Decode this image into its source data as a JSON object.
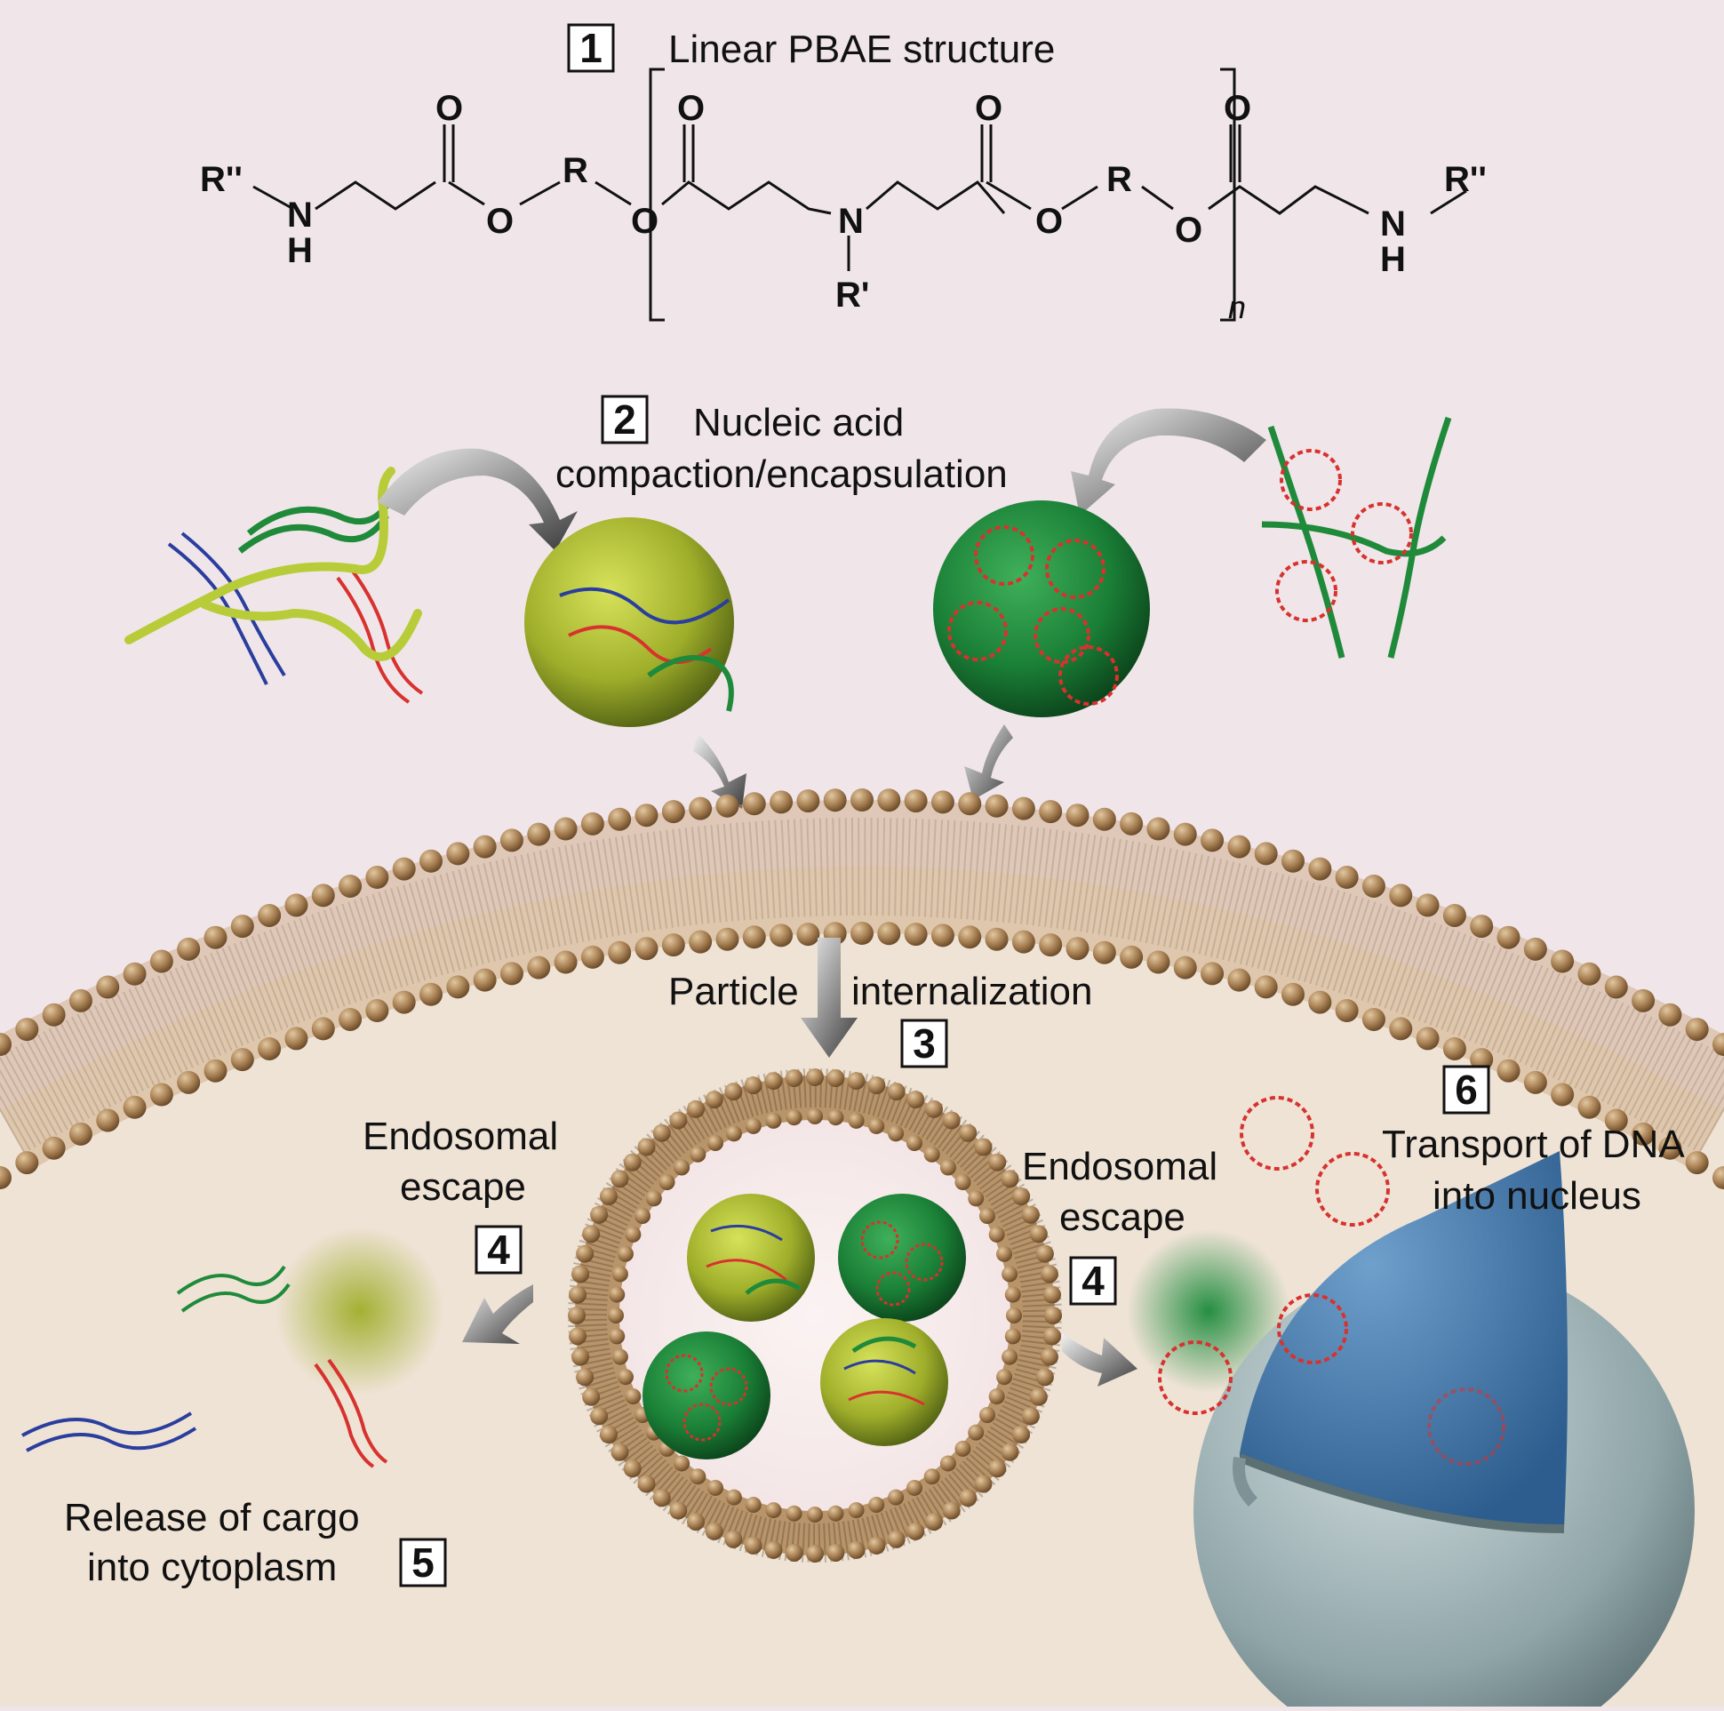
{
  "steps": {
    "s1": {
      "number": "1",
      "label": "Linear PBAE structure"
    },
    "s2": {
      "number": "2",
      "label_line1": "Nucleic acid",
      "label_line2": "compaction/encapsulation"
    },
    "s3": {
      "number": "3",
      "label_left": "Particle",
      "label_right": "internalization"
    },
    "s4_left": {
      "number": "4",
      "label_line1": "Endosomal",
      "label_line2": "escape"
    },
    "s4_right": {
      "number": "4",
      "label_line1": "Endosomal",
      "label_line2": "escape"
    },
    "s5": {
      "number": "5",
      "label_line1": "Release of cargo",
      "label_line2": "into cytoplasm"
    },
    "s6": {
      "number": "6",
      "label_line1": "Transport of DNA",
      "label_line2": "into nucleus"
    }
  },
  "structure": {
    "r_double_prime": "R''",
    "r": "R",
    "r_prime": "R'",
    "n_atom": "N",
    "h_atom": "H",
    "o_atom": "O",
    "repeat_subscript": "n"
  },
  "colors": {
    "top_background": "#f0e6ea",
    "cytoplasm": "#efe3d6",
    "lipid_head": "#a67e52",
    "polymer_yellow": "#b8cc3a",
    "polymer_green": "#1e8a3a",
    "nucleus_blue": "#4a7fb0",
    "plasmid_red": "#d8322e"
  }
}
